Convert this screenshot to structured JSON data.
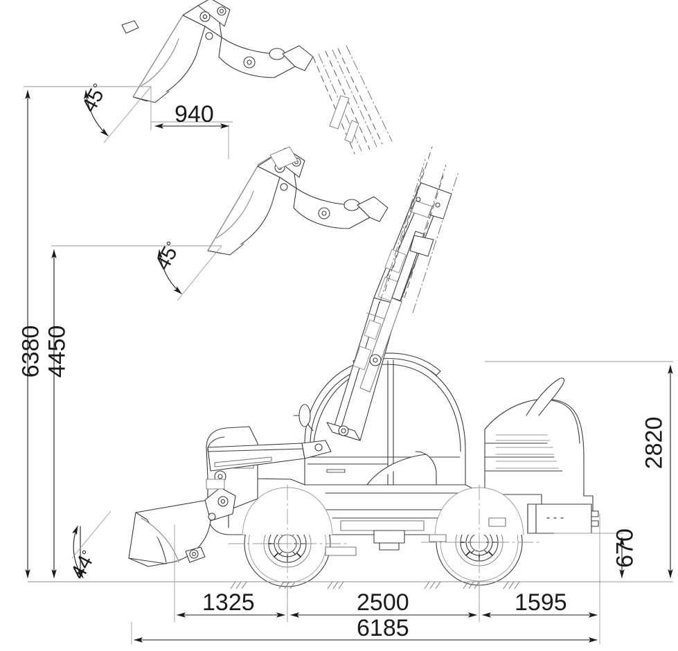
{
  "drawing": {
    "title": "Telehandler side-view dimensional drawing",
    "subject": "telescopic handler with bucket attachment",
    "units": "mm",
    "background_color": "#ffffff",
    "line_color": "#1a1a1a",
    "thin_line_color": "#8c8c8c"
  },
  "dimensions": {
    "max_lift_height": {
      "label": "6380",
      "orientation": "vertical",
      "position": "far-left"
    },
    "pivot_height": {
      "label": "4450",
      "orientation": "vertical",
      "position": "left"
    },
    "reach_at_max_height": {
      "label": "940",
      "orientation": "horizontal",
      "position": "top"
    },
    "overall_height": {
      "label": "2820",
      "orientation": "vertical",
      "position": "far-right"
    },
    "ground_clearance_rear": {
      "label": "670",
      "orientation": "vertical",
      "position": "right"
    },
    "front_overhang": {
      "label": "1325",
      "orientation": "horizontal",
      "position": "bottom"
    },
    "wheelbase": {
      "label": "2500",
      "orientation": "horizontal",
      "position": "bottom"
    },
    "rear_overhang": {
      "label": "1595",
      "orientation": "horizontal",
      "position": "bottom"
    },
    "overall_length": {
      "label": "6185",
      "orientation": "horizontal",
      "position": "bottom"
    }
  },
  "angles": {
    "dump_angle_top": {
      "value": "45",
      "symbol": "°",
      "position": "upper-left"
    },
    "dump_angle_mid": {
      "value": "45",
      "symbol": "°",
      "position": "mid-left"
    },
    "rollback_angle_ground": {
      "value": "44",
      "symbol": "°",
      "position": "lower-left"
    }
  },
  "chart_data": {
    "type": "table",
    "title": "Telehandler dimensions (mm)",
    "categories": [
      "6380",
      "4450",
      "940",
      "2820",
      "670",
      "1325",
      "2500",
      "1595",
      "6185"
    ],
    "values": [
      6380,
      4450,
      940,
      2820,
      670,
      1325,
      2500,
      1595,
      6185
    ],
    "angles": [
      45,
      45,
      44
    ],
    "xlabel": "",
    "ylabel": ""
  }
}
